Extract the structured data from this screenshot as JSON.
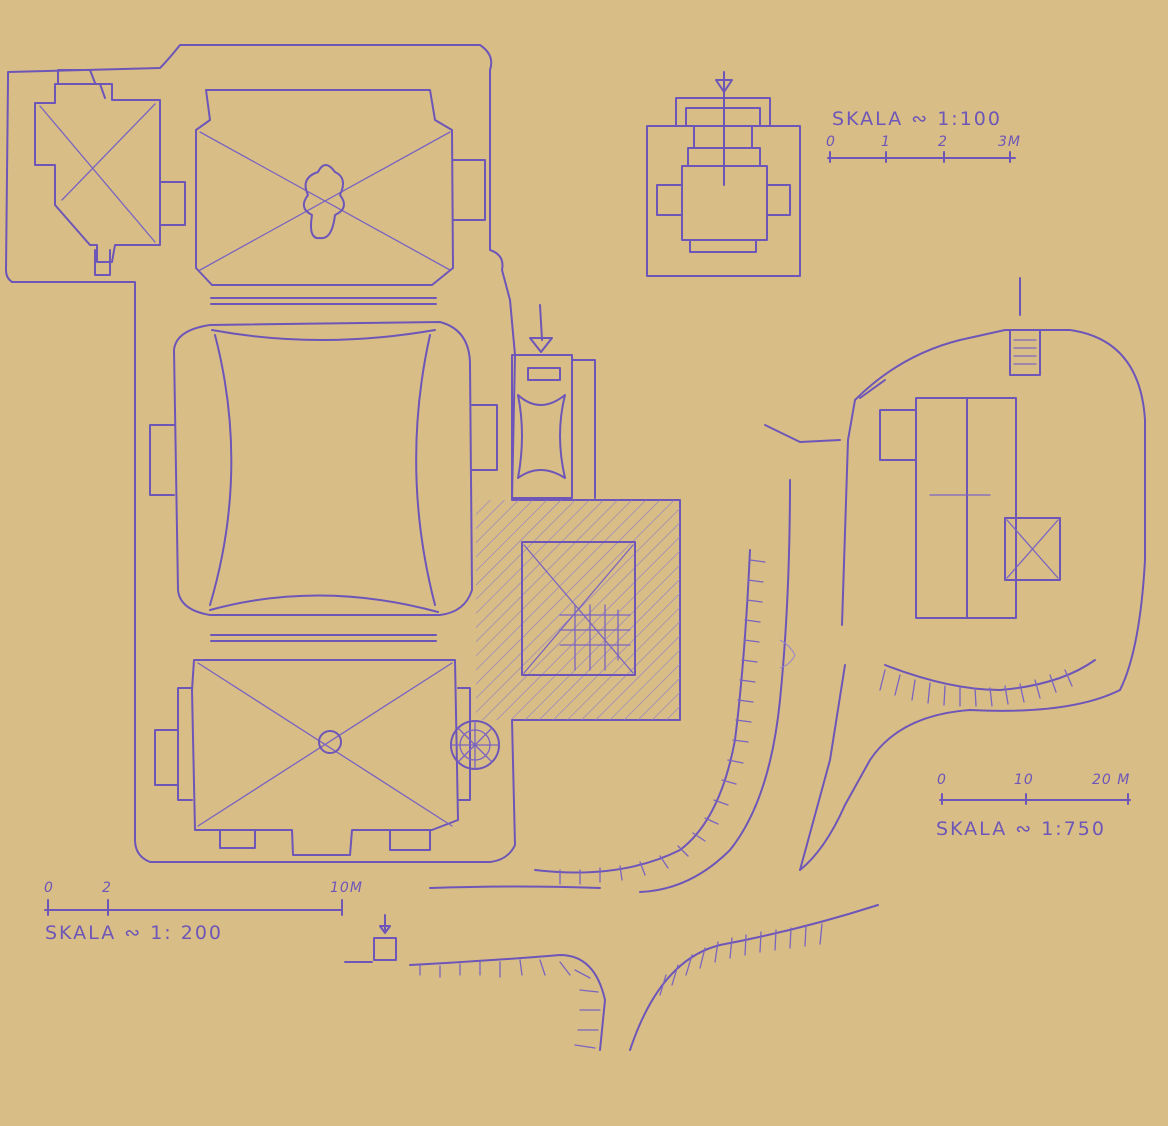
{
  "plan_main": {
    "scale_label": "SKALA ∾ 1: 200",
    "ticks": [
      "0",
      "2",
      "10M"
    ]
  },
  "plan_detail": {
    "scale_label": "SKALA ∾ 1:100",
    "ticks": [
      "0",
      "1",
      "2",
      "3M"
    ]
  },
  "plan_site": {
    "scale_label": "SKALA ∾ 1:750",
    "ticks": [
      "0",
      "10",
      "20 M"
    ]
  },
  "colors": {
    "paper": "#d8be86",
    "ink": "#6e56b8"
  }
}
